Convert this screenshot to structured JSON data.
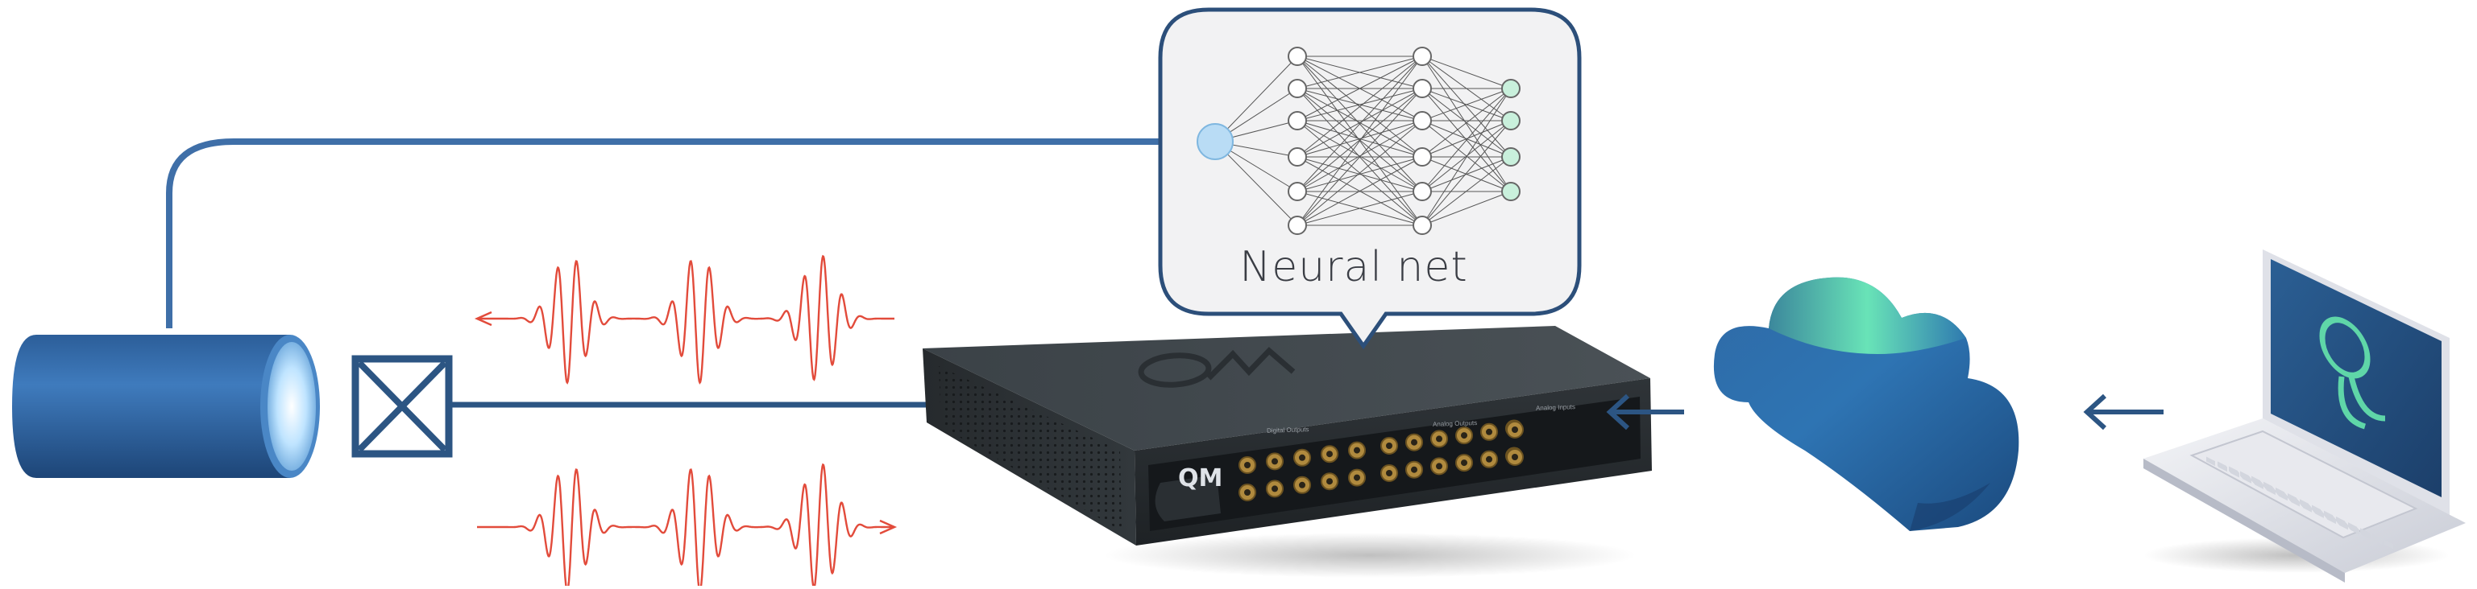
{
  "callout": {
    "label": "Neural net"
  },
  "controller": {
    "logo_top": "QM",
    "logo_front": "QM",
    "port_labels": [
      "Digital Outputs",
      "Analog Outputs",
      "Analog Inputs"
    ]
  },
  "laptop": {
    "screen_logo": "quantum-machines-logo-icon"
  },
  "colors": {
    "wire": "#3f6fa8",
    "signal": "#e24b3b",
    "cloud": "#2f6aa6",
    "cloud_accent": "#5fd6a8",
    "laptop_screen": "#2b5f94",
    "neural_node": "#ffffff",
    "neural_input": "#b9dcf5",
    "neural_output": "#c9f0dc"
  }
}
